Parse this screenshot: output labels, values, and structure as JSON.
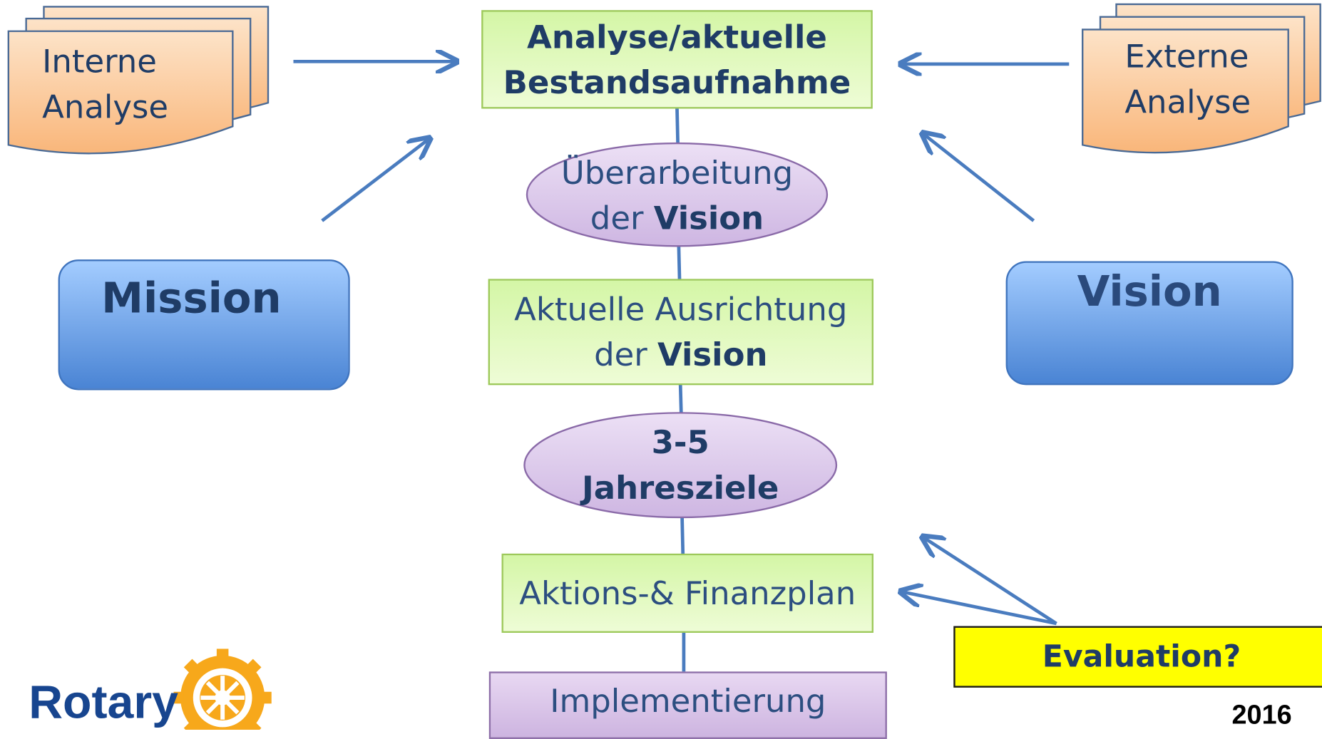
{
  "docs": {
    "internal": [
      "Interne",
      "Analyse"
    ],
    "external": [
      "Externe",
      "Analyse"
    ]
  },
  "steps": {
    "analysis": [
      "Analyse/aktuelle",
      "Bestandsaufnahme"
    ],
    "vision_revision": {
      "line1": "Überarbeitung",
      "line2_prefix": "der ",
      "line2_bold": "Vision"
    },
    "orientation": {
      "line1": "Aktuelle Ausrichtung",
      "line2_prefix": "der ",
      "line2_bold": "Vision"
    },
    "goals": [
      "3-5",
      "Jahresziele"
    ],
    "plan": "Aktions-& Finanzplan",
    "implementation": "Implementierung"
  },
  "side_boxes": {
    "mission": "Mission",
    "vision": "Vision"
  },
  "evaluation": "Evaluation?",
  "year": "2016",
  "logo": {
    "wordmark": "Rotary"
  },
  "colors": {
    "arrow": "#4a7cbf",
    "green_fill": "#e2f9c0",
    "purple_fill": "#dcc8ea",
    "orange_fill": "#fcc898",
    "blue_box": "#6aa0e8",
    "evaluation_fill": "#ffff00",
    "logo_gold": "#f7a81b",
    "logo_blue": "#17458f"
  }
}
